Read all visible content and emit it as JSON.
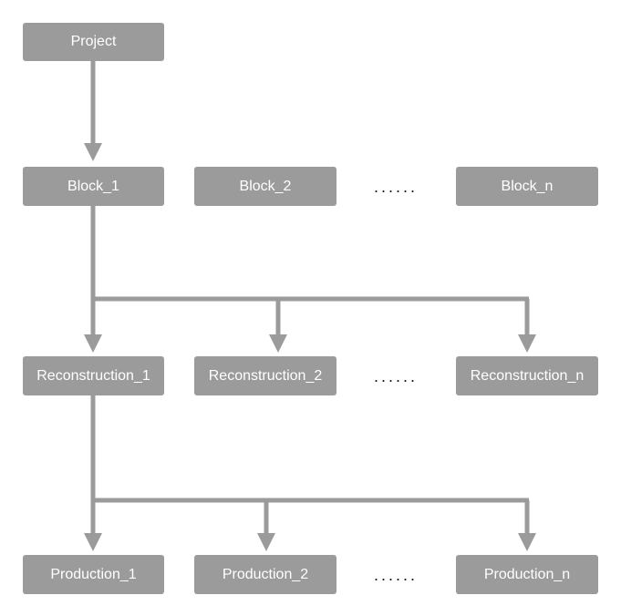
{
  "diagram": {
    "colors": {
      "node_fill": "#9b9b9b",
      "node_text": "#ffffff",
      "connector": "#9b9b9b",
      "ellipsis": "#1a1a1a"
    },
    "root": {
      "label": "Project"
    },
    "blocks": {
      "items": [
        {
          "label": "Block_1"
        },
        {
          "label": "Block_2"
        },
        {
          "label": "Block_n"
        }
      ],
      "ellipsis": "......"
    },
    "reconstructions": {
      "items": [
        {
          "label": "Reconstruction_1"
        },
        {
          "label": "Reconstruction_2"
        },
        {
          "label": "Reconstruction_n"
        }
      ],
      "ellipsis": "......"
    },
    "productions": {
      "items": [
        {
          "label": "Production_1"
        },
        {
          "label": "Production_2"
        },
        {
          "label": "Production_n"
        }
      ],
      "ellipsis": "......"
    }
  }
}
